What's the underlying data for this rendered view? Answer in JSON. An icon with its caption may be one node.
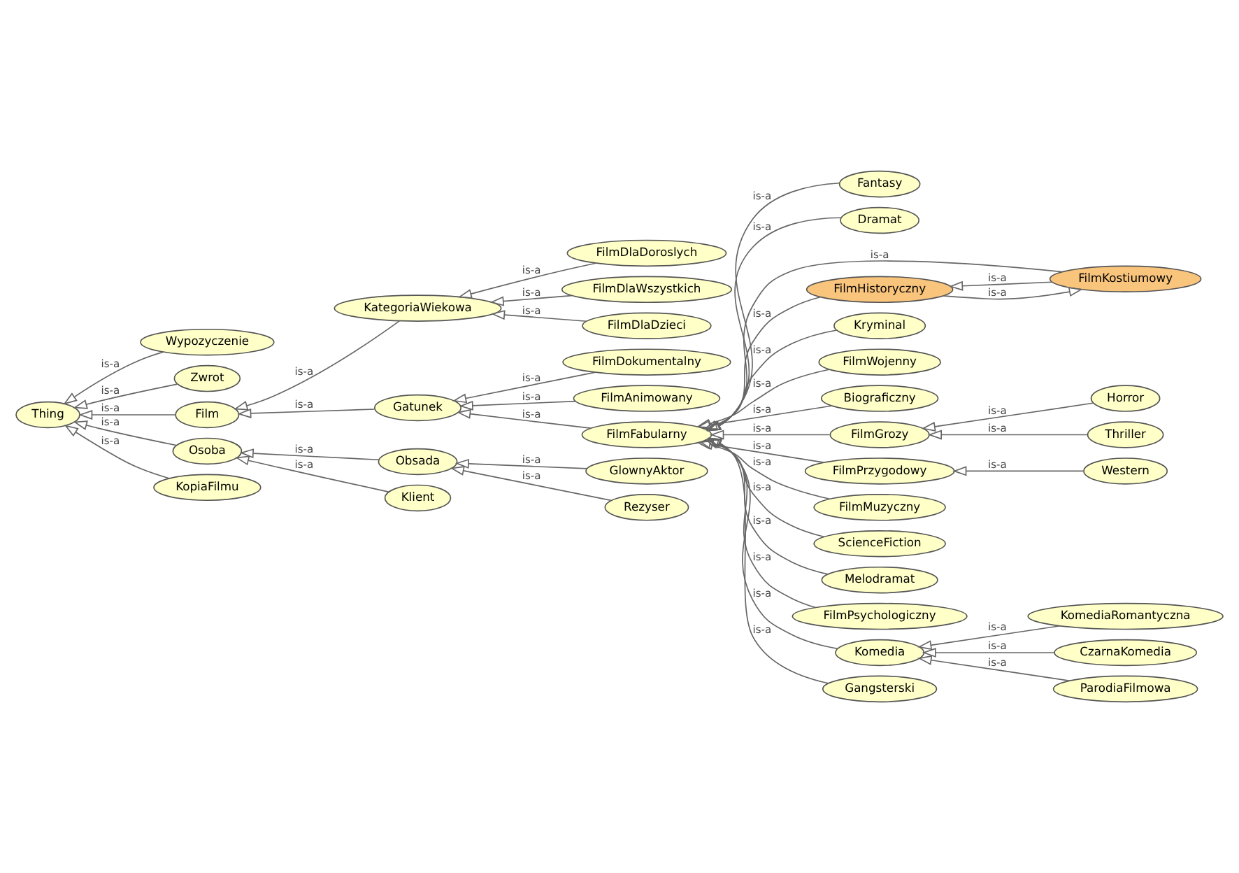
{
  "diagram": {
    "nodes": [
      {
        "text": [
          "Thing"
        ]
      },
      {
        "text": [
          "Wypozyczenie"
        ]
      },
      {
        "text": [
          "Zwrot"
        ]
      },
      {
        "text": [
          "Film"
        ]
      },
      {
        "text": [
          "Osoba"
        ]
      },
      {
        "text": [
          "KopiaFilmu"
        ]
      },
      {
        "text": [
          "KategoriaWiekowa"
        ]
      },
      {
        "text": [
          "FilmDlaDoroslych"
        ]
      },
      {
        "text": [
          "FilmDlaWszystkich"
        ]
      },
      {
        "text": [
          "FilmDlaDzieci"
        ]
      },
      {
        "text": [
          "Gatunek"
        ]
      },
      {
        "text": [
          "FilmDokumentalny"
        ]
      },
      {
        "text": [
          "FilmAnimowany"
        ]
      },
      {
        "text": [
          "FilmFabularny"
        ]
      },
      {
        "text": [
          "Obsada"
        ]
      },
      {
        "text": [
          "Klient"
        ]
      },
      {
        "text": [
          "GlownyAktor"
        ]
      },
      {
        "text": [
          "Rezyser"
        ]
      },
      {
        "text": [
          "Fantasy"
        ]
      },
      {
        "text": [
          "Dramat"
        ]
      },
      {
        "text": [
          "FilmKostiumowy"
        ]
      },
      {
        "text": [
          "FilmHistoryczny"
        ]
      },
      {
        "text": [
          "Kryminal"
        ]
      },
      {
        "text": [
          "FilmWojenny"
        ]
      },
      {
        "text": [
          "Biograficzny"
        ]
      },
      {
        "text": [
          "FilmGrozy"
        ]
      },
      {
        "text": [
          "Horror"
        ]
      },
      {
        "text": [
          "Thriller"
        ]
      },
      {
        "text": [
          "FilmPrzygodowy"
        ]
      },
      {
        "text": [
          "Western"
        ]
      },
      {
        "text": [
          "FilmMuzyczny"
        ]
      },
      {
        "text": [
          "ScienceFiction"
        ]
      },
      {
        "text": [
          "Melodramat"
        ]
      },
      {
        "text": [
          "FilmPsychologiczny"
        ]
      },
      {
        "text": [
          "Komedia"
        ]
      },
      {
        "text": [
          "KomediaRomantyczna"
        ]
      },
      {
        "text": [
          "CzarnaKomedia"
        ]
      },
      {
        "text": [
          "ParodiaFilmowa"
        ]
      },
      {
        "text": [
          "Gangsterski"
        ]
      }
    ],
    "edges": [
      {
        "from": 1,
        "to": 0,
        "arrow": "to",
        "label": "is-a"
      },
      {
        "from": 2,
        "to": 0,
        "arrow": "to",
        "label": "is-a"
      },
      {
        "from": 3,
        "to": 0,
        "arrow": "to",
        "label": "is-a"
      },
      {
        "from": 4,
        "to": 0,
        "arrow": "to",
        "label": "is-a"
      },
      {
        "from": 5,
        "to": 0,
        "arrow": "to",
        "label": "is-a"
      },
      {
        "from": 6,
        "to": 3,
        "arrow": "to",
        "label": "is-a"
      },
      {
        "from": 10,
        "to": 3,
        "arrow": "to",
        "label": "is-a"
      },
      {
        "from": 7,
        "to": 6,
        "arrow": "to",
        "label": "is-a"
      },
      {
        "from": 8,
        "to": 6,
        "arrow": "to",
        "label": "is-a"
      },
      {
        "from": 9,
        "to": 6,
        "arrow": "to",
        "label": "is-a"
      },
      {
        "from": 11,
        "to": 10,
        "arrow": "to",
        "label": "is-a"
      },
      {
        "from": 12,
        "to": 10,
        "arrow": "to",
        "label": "is-a"
      },
      {
        "from": 13,
        "to": 10,
        "arrow": "to",
        "label": "is-a"
      },
      {
        "from": 14,
        "to": 4,
        "arrow": "to",
        "label": "is-a"
      },
      {
        "from": 15,
        "to": 4,
        "arrow": "to",
        "label": "is-a"
      },
      {
        "from": 16,
        "to": 14,
        "arrow": "to",
        "label": "is-a"
      },
      {
        "from": 17,
        "to": 14,
        "arrow": "to",
        "label": "is-a"
      },
      {
        "from": 18,
        "to": 13,
        "arrow": "to",
        "label": "is-a"
      },
      {
        "from": 19,
        "to": 13,
        "arrow": "to",
        "label": "is-a"
      },
      {
        "from": 20,
        "to": 13,
        "arrow": "to",
        "label": "is-a"
      },
      {
        "from": 20,
        "to": 21,
        "arrow": "to",
        "label": "is-a"
      },
      {
        "from": 21,
        "to": 20,
        "arrow": "to",
        "label": "is-a"
      },
      {
        "from": 21,
        "to": 13,
        "arrow": "to",
        "label": "is-a"
      },
      {
        "from": 22,
        "to": 13,
        "arrow": "to",
        "label": "is-a"
      },
      {
        "from": 23,
        "to": 13,
        "arrow": "to",
        "label": "is-a"
      },
      {
        "from": 24,
        "to": 13,
        "arrow": "to",
        "label": "is-a"
      },
      {
        "from": 25,
        "to": 13,
        "arrow": "to",
        "label": "is-a"
      },
      {
        "from": 26,
        "to": 25,
        "arrow": "to",
        "label": "is-a"
      },
      {
        "from": 27,
        "to": 25,
        "arrow": "to",
        "label": "is-a"
      },
      {
        "from": 28,
        "to": 13,
        "arrow": "to",
        "label": "is-a"
      },
      {
        "from": 29,
        "to": 28,
        "arrow": "to",
        "label": "is-a"
      },
      {
        "from": 30,
        "to": 13,
        "arrow": "to",
        "label": "is-a"
      },
      {
        "from": 31,
        "to": 13,
        "arrow": "to",
        "label": "is-a"
      },
      {
        "from": 32,
        "to": 13,
        "arrow": "to",
        "label": "is-a"
      },
      {
        "from": 33,
        "to": 13,
        "arrow": "to",
        "label": "is-a"
      },
      {
        "from": 34,
        "to": 13,
        "arrow": "to",
        "label": "is-a"
      },
      {
        "from": 35,
        "to": 34,
        "arrow": "to",
        "label": "is-a"
      },
      {
        "from": 36,
        "to": 34,
        "arrow": "to",
        "label": "is-a"
      },
      {
        "from": 37,
        "to": 34,
        "arrow": "to",
        "label": "is-a"
      },
      {
        "from": 38,
        "to": 13,
        "arrow": "to",
        "label": "is-a"
      }
    ]
  }
}
